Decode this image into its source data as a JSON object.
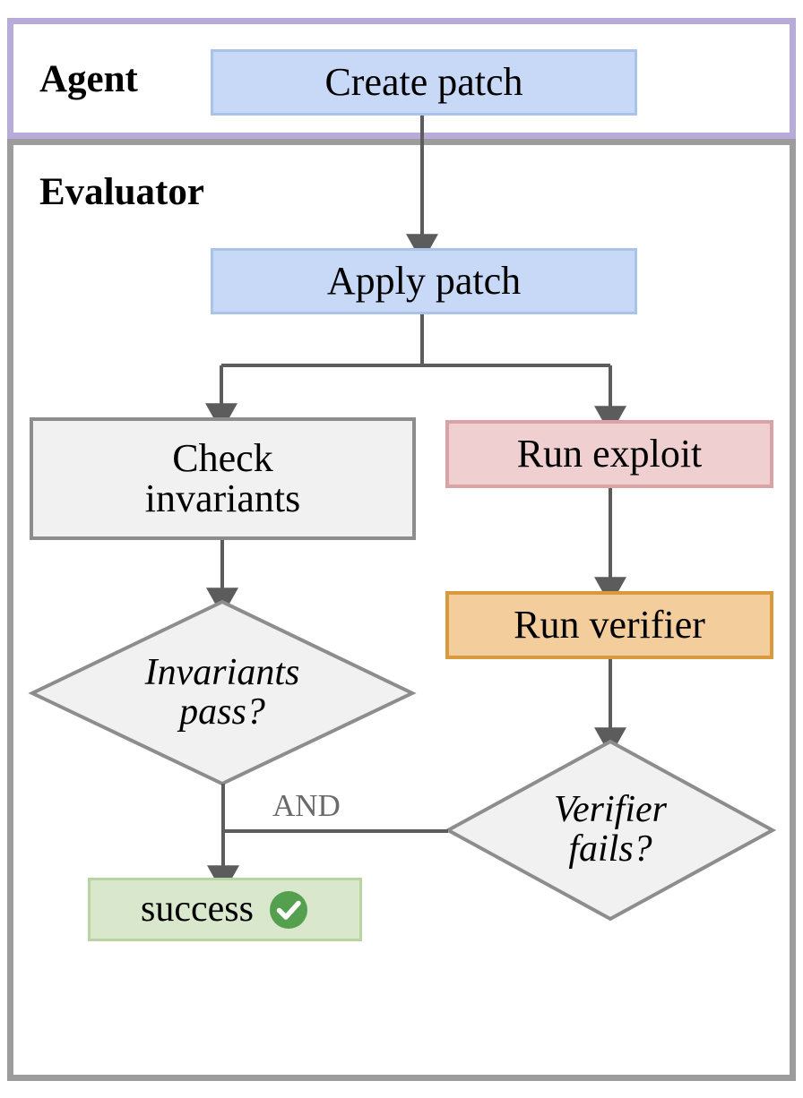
{
  "diagram": {
    "type": "flowchart",
    "title": "",
    "lanes": [
      {
        "id": "agent",
        "label": "Agent",
        "border_color": "#b7abd9"
      },
      {
        "id": "evaluator",
        "label": "Evaluator",
        "border_color": "#9c9c9c"
      }
    ],
    "nodes": [
      {
        "id": "create-patch",
        "label": "Create patch",
        "shape": "rect",
        "lane": "agent",
        "fill": "#c7d9f6",
        "stroke": "#a9c3ea"
      },
      {
        "id": "apply-patch",
        "label": "Apply patch",
        "shape": "rect",
        "lane": "evaluator",
        "fill": "#c7d9f6",
        "stroke": "#a9c3ea"
      },
      {
        "id": "check-invariants",
        "label_line1": "Check",
        "label_line2": "invariants",
        "shape": "rect",
        "lane": "evaluator",
        "fill": "#f1f1f1",
        "stroke": "#8d8d8d"
      },
      {
        "id": "run-exploit",
        "label": "Run exploit",
        "shape": "rect",
        "lane": "evaluator",
        "fill": "#efcfd0",
        "stroke": "#d9a3a5"
      },
      {
        "id": "run-verifier",
        "label": "Run verifier",
        "shape": "rect",
        "lane": "evaluator",
        "fill": "#f3cd9b",
        "stroke": "#d89a3c"
      },
      {
        "id": "invariants-pass",
        "label_line1": "Invariants",
        "label_line2": "pass?",
        "shape": "diamond",
        "lane": "evaluator",
        "fill": "#f1f1f1",
        "stroke": "#8d8d8d"
      },
      {
        "id": "verifier-fails",
        "label_line1": "Verifier",
        "label_line2": "fails?",
        "shape": "diamond",
        "lane": "evaluator",
        "fill": "#f1f1f1",
        "stroke": "#8d8d8d"
      },
      {
        "id": "success",
        "label": "success",
        "icon": "check-circle-icon",
        "shape": "rect",
        "lane": "evaluator",
        "fill": "#d9e8cc",
        "stroke": "#b7d4a2",
        "icon_color": "#55a04e"
      }
    ],
    "edges": [
      {
        "from": "create-patch",
        "to": "apply-patch",
        "label": ""
      },
      {
        "from": "apply-patch",
        "to": "check-invariants",
        "label": ""
      },
      {
        "from": "apply-patch",
        "to": "run-exploit",
        "label": ""
      },
      {
        "from": "check-invariants",
        "to": "invariants-pass",
        "label": ""
      },
      {
        "from": "run-exploit",
        "to": "run-verifier",
        "label": ""
      },
      {
        "from": "run-verifier",
        "to": "verifier-fails",
        "label": ""
      },
      {
        "from": "invariants-pass",
        "to": "success",
        "label": "AND"
      },
      {
        "from": "verifier-fails",
        "to": "success",
        "label": "AND"
      }
    ],
    "edge_labels": {
      "and": "AND"
    },
    "colors": {
      "connector": "#5c5c5c",
      "edge_label": "#6a6a6a",
      "text": "#000000"
    }
  }
}
